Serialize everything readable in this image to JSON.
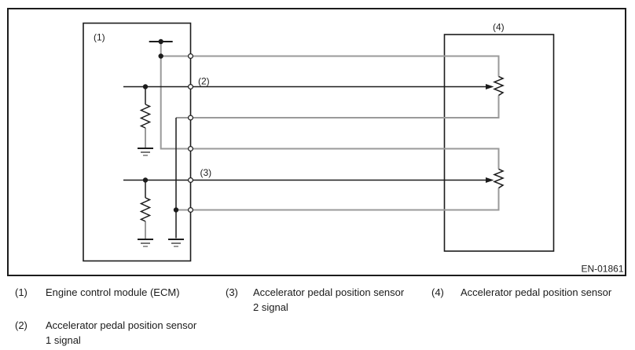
{
  "figure": {
    "figure_id": "EN-01861",
    "callouts": {
      "c1": "(1)",
      "c2": "(2)",
      "c3": "(3)",
      "c4": "(4)"
    }
  },
  "legend": {
    "items": [
      {
        "num": "(1)",
        "line1": "Engine control module (ECM)",
        "line2": ""
      },
      {
        "num": "(2)",
        "line1": "Accelerator pedal position sensor",
        "line2": "1 signal"
      },
      {
        "num": "(3)",
        "line1": "Accelerator pedal position sensor",
        "line2": "2 signal"
      },
      {
        "num": "(4)",
        "line1": "Accelerator pedal position sensor",
        "line2": ""
      }
    ]
  },
  "colors": {
    "line": "#1c1c1c",
    "wire": "#9a9a9a",
    "background": "#ffffff"
  }
}
